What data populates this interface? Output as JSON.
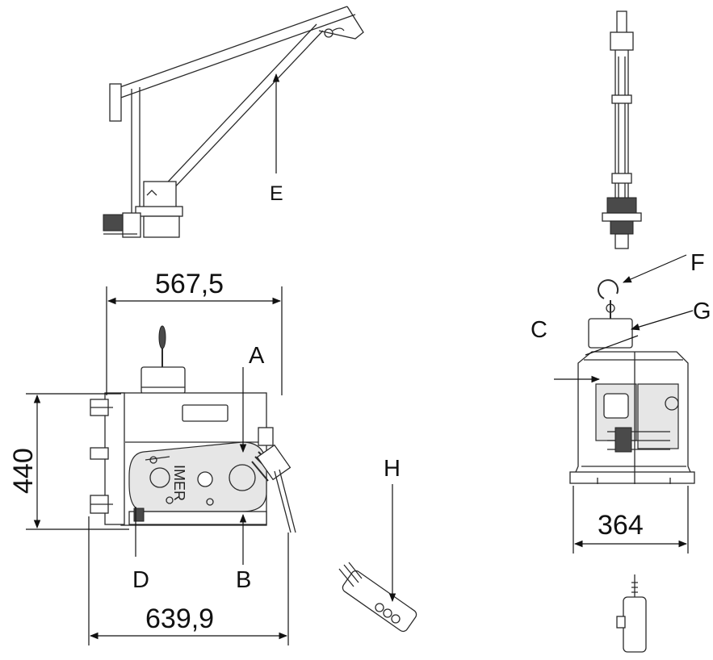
{
  "dimensions": {
    "top_width": "567,5",
    "height": "440",
    "bottom_width": "639,9",
    "front_width": "364"
  },
  "labels": {
    "A": "A",
    "B": "B",
    "C": "C",
    "D": "D",
    "E": "E",
    "F": "F",
    "G": "G",
    "H": "H"
  },
  "nameplate": "IMER"
}
